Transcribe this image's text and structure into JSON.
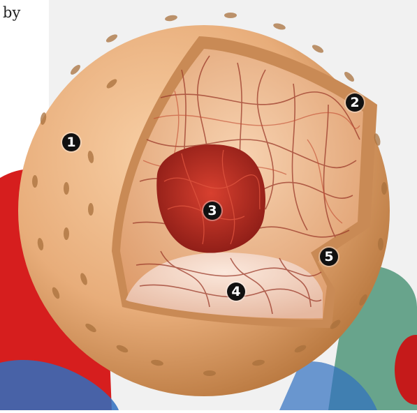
{
  "caption_fragment": "by",
  "markers": [
    {
      "id": "1",
      "label": "1"
    },
    {
      "id": "2",
      "label": "2"
    },
    {
      "id": "3",
      "label": "3"
    },
    {
      "id": "4",
      "label": "4"
    },
    {
      "id": "5",
      "label": "5"
    }
  ],
  "colors": {
    "shell": "#e8ad7a",
    "shell_shadow": "#c98a55",
    "pore": "#b07a45",
    "interior": "#f3c49a",
    "nucleolus": "#b3261e",
    "inner_floor": "#f6d8c4",
    "background_red": "#d61e1e",
    "background_blue": "#2f6fc0"
  }
}
